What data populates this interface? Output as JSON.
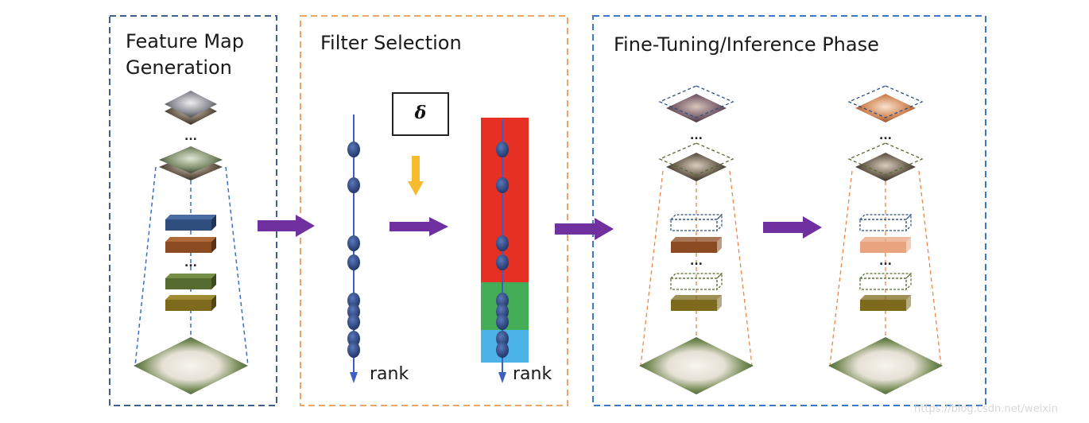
{
  "panels": [
    {
      "title_line1": "Feature Map",
      "title_line2": "Generation"
    },
    {
      "title_line1": "Filter Selection"
    },
    {
      "title_line1": "Fine-Tuning/Inference Phase"
    }
  ],
  "threshold_symbol": "δ",
  "axis_label": "rank",
  "ellipsis": "...",
  "watermark": "https://blog.csdn.net/weixin",
  "colors": {
    "panel1_border": "#3f5f8f",
    "panel2_border": "#e9a56a",
    "panel3_border": "#3c78c6",
    "arrow_purple": "#7030a0",
    "arrow_yellow": "#f6bb2e",
    "rank_axis": "#3b5fc5",
    "dot": "#2d4a8a",
    "band_red": "#e63024",
    "band_green": "#44ad57",
    "band_blue": "#4bb3e8",
    "filter_blue": "#2f4e7e",
    "filter_brown": "#8b4a1f",
    "filter_green": "#556b2f",
    "filter_olive": "#7d6a1c",
    "filter_peach": "#e8a47e"
  }
}
